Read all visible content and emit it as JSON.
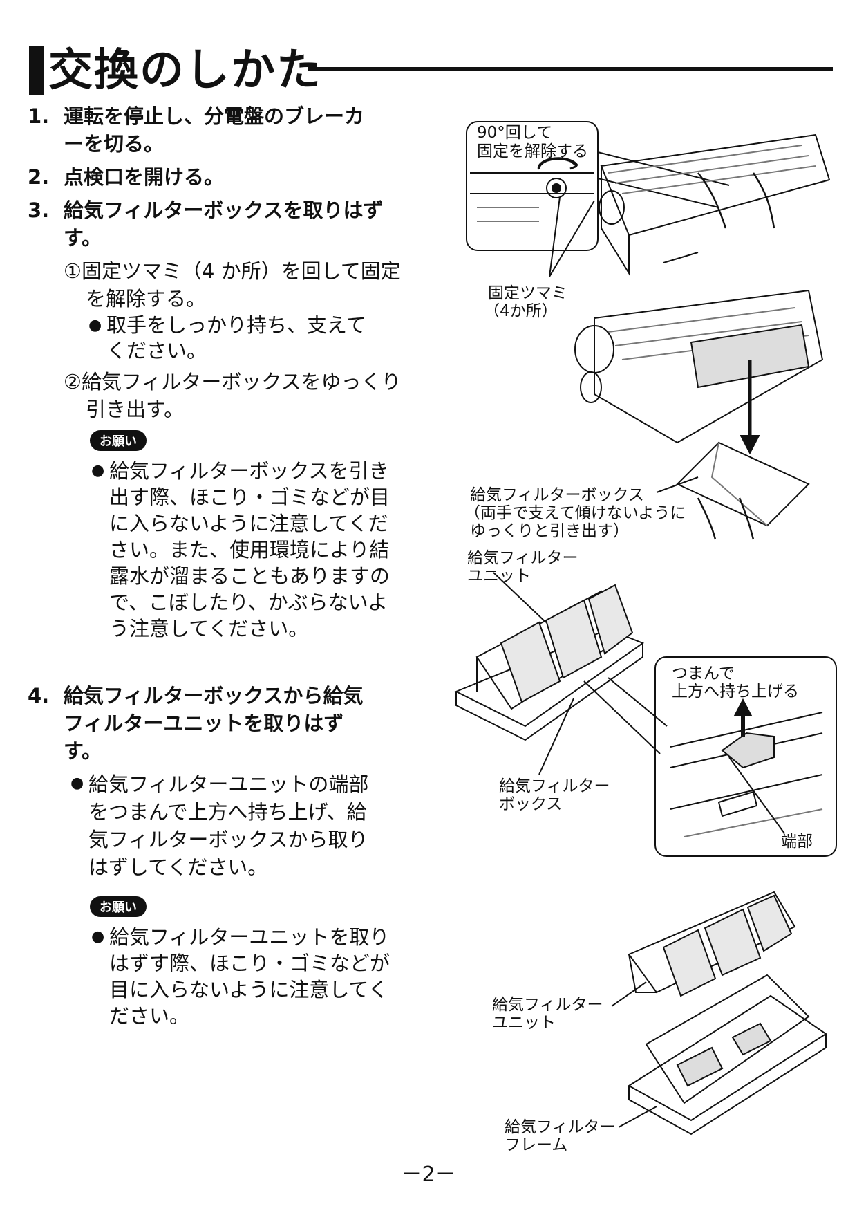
{
  "page": {
    "title": "交換のしかた",
    "page_number": "－2－"
  },
  "steps": [
    {
      "num": "1.",
      "text": "運転を停止し、分電盤のブレーカーを切る。"
    },
    {
      "num": "2.",
      "text": "点検口を開ける。"
    },
    {
      "num": "3.",
      "text": "給気フィルターボックスを取りはずす。"
    },
    {
      "num": "4.",
      "text": "給気フィルターボックスから給気フィルターユニットを取りはずす。"
    }
  ],
  "step3": {
    "sub1": "①固定ツマミ（4 か所）を回して固定を解除する。",
    "sub1_bullet": "取手をしっかり持ち、支えてください。",
    "sub2": "②給気フィルターボックスをゆっくり引き出す。",
    "badge": "お願い",
    "note": "給気フィルターボックスを引き出す際、ほこり・ゴミなどが目に入らないように注意してください。また、使用環境により結露水が溜まることもありますので、こぼしたり、かぶらないよう注意してください。"
  },
  "step4": {
    "bullet": "給気フィルターユニットの端部をつまんで上方へ持ち上げ、給気フィルターボックスから取りはずしてください。",
    "badge": "お願い",
    "note": "給気フィルターユニットを取りはずす際、ほこり・ゴミなどが目に入らないように注意してください。"
  },
  "figure_labels": {
    "rotate_line1": "90°回して",
    "rotate_line2": "固定を解除する",
    "knob_line1": "固定ツマミ",
    "knob_line2": "（4か所）",
    "box_line1": "給気フィルターボックス",
    "box_line2": "（両手で支えて傾けないように",
    "box_line3": "ゆっくりと引き出す）",
    "unit_a_line1": "給気フィルター",
    "unit_a_line2": "ユニット",
    "box2_line1": "給気フィルター",
    "box2_line2": "ボックス",
    "lift_line1": "つまんで",
    "lift_line2": "上方へ持ち上げる",
    "edge": "端部",
    "unit_b_line1": "給気フィルター",
    "unit_b_line2": "ユニット",
    "frame_line1": "給気フィルター",
    "frame_line2": "フレーム"
  }
}
